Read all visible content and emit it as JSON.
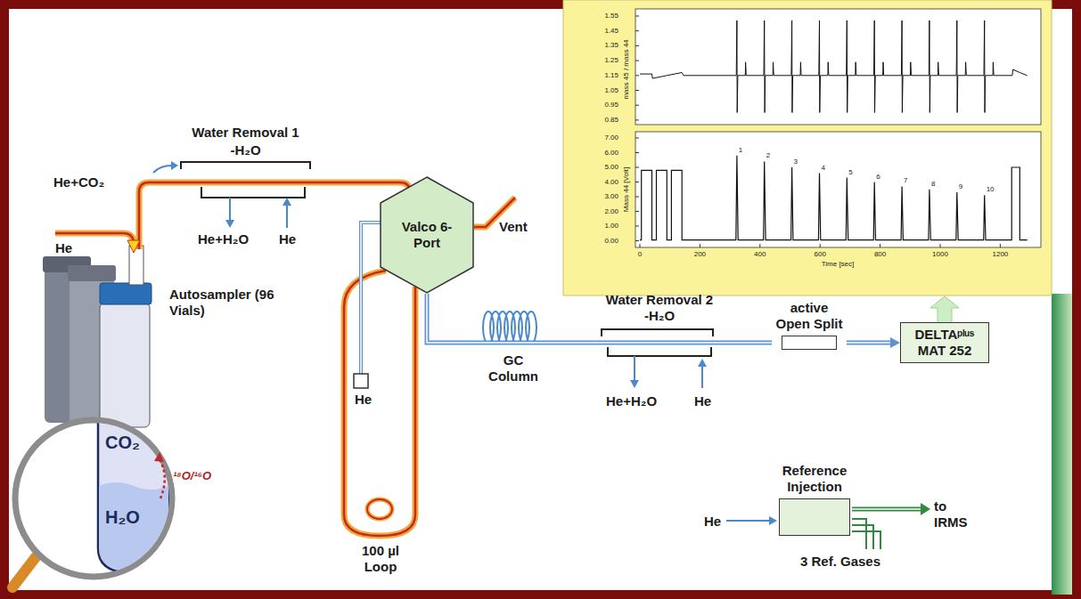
{
  "diagram": {
    "nodes": [
      {
        "text": [
          "Valco 6-Port"
        ]
      },
      {
        "text": [
          "active Open Split"
        ]
      },
      {
        "text": [
          "DELTAᵖˡᵘˢ MAT 252"
        ]
      },
      {
        "text": [
          "Reference Injection"
        ]
      },
      {
        "text": [
          "CO₂",
          "H₂O",
          "¹⁸O/¹⁶O"
        ]
      }
    ],
    "edges": [
      {
        "from": 0,
        "to": 1,
        "arrow": "none"
      },
      {
        "from": 1,
        "to": 2,
        "arrow": "to"
      }
    ],
    "labels": [
      "Water Removal 1",
      "-H₂O",
      "He+CO₂",
      "He",
      "He+H₂O",
      "He",
      "Autosampler (96 Vials)",
      "Vent",
      "He",
      "100 µl Loop",
      "GC Column",
      "Water Removal 2",
      "-H₂O",
      "He+H₂O",
      "He",
      "He",
      "to IRMS",
      "3 Ref. Gases",
      "1.55",
      "1.45",
      "1.35",
      "1.25",
      "1.15",
      "1.05",
      "0.95",
      "0.85",
      "mass 45 / mass 44",
      "7.00",
      "6.00",
      "5.00",
      "4.00",
      "3.00",
      "2.00",
      "1.00",
      "0.00",
      "Mass 44 [Volt]",
      "0",
      "200",
      "400",
      "600",
      "800",
      "1000",
      "1200",
      "Time [sec]",
      "1",
      "2",
      "3",
      "4",
      "5",
      "6",
      "7",
      "8",
      "9",
      "10"
    ]
  }
}
